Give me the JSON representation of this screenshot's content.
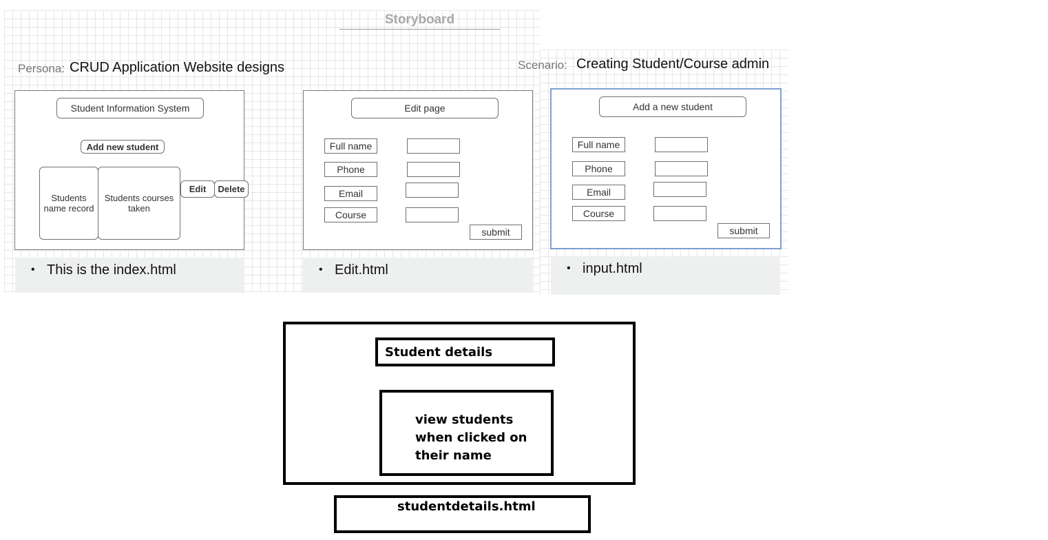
{
  "storyboard": {
    "title": "Storyboard",
    "persona_label": "Persona:",
    "persona_value": "CRUD Application Website designs",
    "scenario_label": "Scenario:",
    "scenario_value": "Creating Student/Course admin"
  },
  "frame_index": {
    "header": "Student Information System",
    "add_button": "Add new student",
    "card_names": "Students name record",
    "card_courses": "Students courses taken",
    "edit_button": "Edit",
    "delete_button": "Delete",
    "note": "This is the index.html"
  },
  "frame_edit": {
    "header": "Edit page",
    "fields": [
      "Full name",
      "Phone",
      "Email",
      "Course"
    ],
    "submit": "submit",
    "note": "Edit.html"
  },
  "frame_input": {
    "header": "Add a new student",
    "fields": [
      "Full name",
      "Phone",
      "Email",
      "Course"
    ],
    "submit": "submit",
    "note": "input.html"
  },
  "details": {
    "title": "Student details",
    "description": "view students when clicked on their name",
    "file_label": "studentdetails.html"
  },
  "bullet_glyph": "•"
}
